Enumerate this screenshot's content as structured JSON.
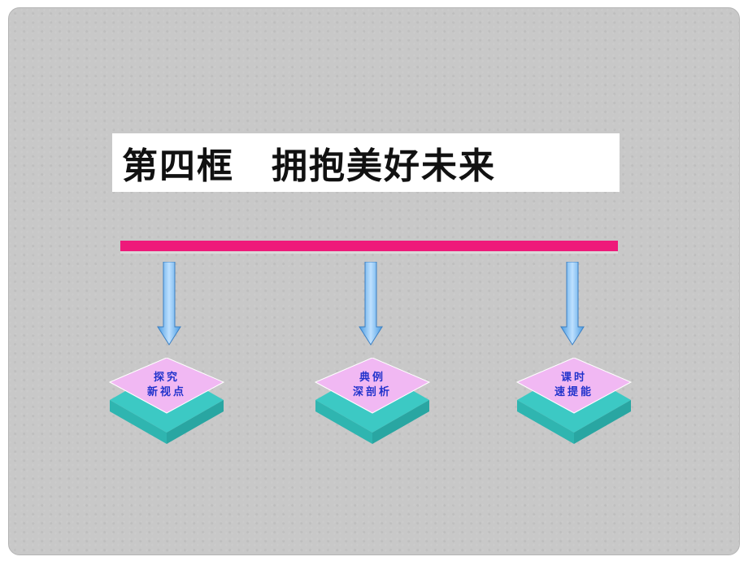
{
  "slide": {
    "title": "第四框　拥抱美好未来"
  },
  "nodes": [
    {
      "line1": "探究",
      "line2": "新视点"
    },
    {
      "line1": "典例",
      "line2": "深剖析"
    },
    {
      "line1": "课时",
      "line2": "速提能"
    }
  ],
  "colors": {
    "background": "#c8c8c8",
    "bar": "#ee1a7a",
    "arrow": "#6fb4ee",
    "tile_top": "#f1b8f3",
    "tile_base": "#3cc9c4",
    "label": "#2233cc"
  },
  "icons": [
    "down-arrow-icon",
    "layered-tile-icon"
  ]
}
